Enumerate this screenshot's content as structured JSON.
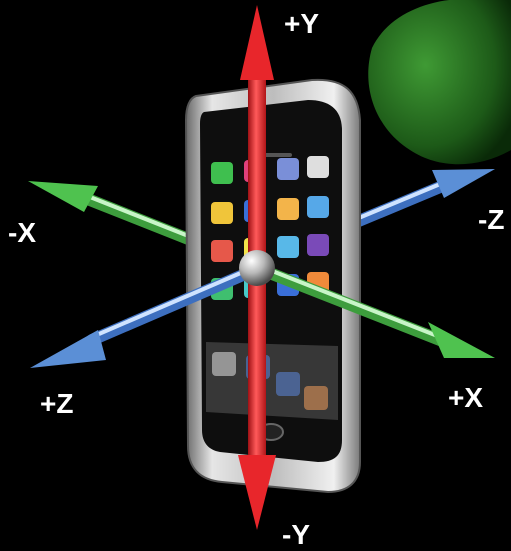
{
  "axes": {
    "pos_y": "+Y",
    "neg_y": "-Y",
    "neg_x": "-X",
    "pos_x": "+X",
    "pos_z": "+Z",
    "neg_z": "-Z"
  },
  "colors": {
    "background": "#000000",
    "y_axis": "#e8262b",
    "x_axis": "#4fc24f",
    "z_axis": "#5b8fd6",
    "label": "#ffffff",
    "phone_frame": "#c9c9c9",
    "phone_screen": "#0e0e0e"
  },
  "app_icon_colors": [
    "#3fbf4f",
    "#e0407a",
    "#7a8fd8",
    "#dedede",
    "#f0c53a",
    "#3a6fd8",
    "#f3b44a",
    "#56a8e8",
    "#e6584a",
    "#f2e34a",
    "#58b8e8",
    "#7a4ab8",
    "#3fbf6f",
    "#48c8c8",
    "#3a6fd8",
    "#f08a3a"
  ],
  "icons": {
    "phone": "smartphone-icon",
    "origin": "origin-sphere-icon",
    "leaf": "green-leaf-shape"
  }
}
